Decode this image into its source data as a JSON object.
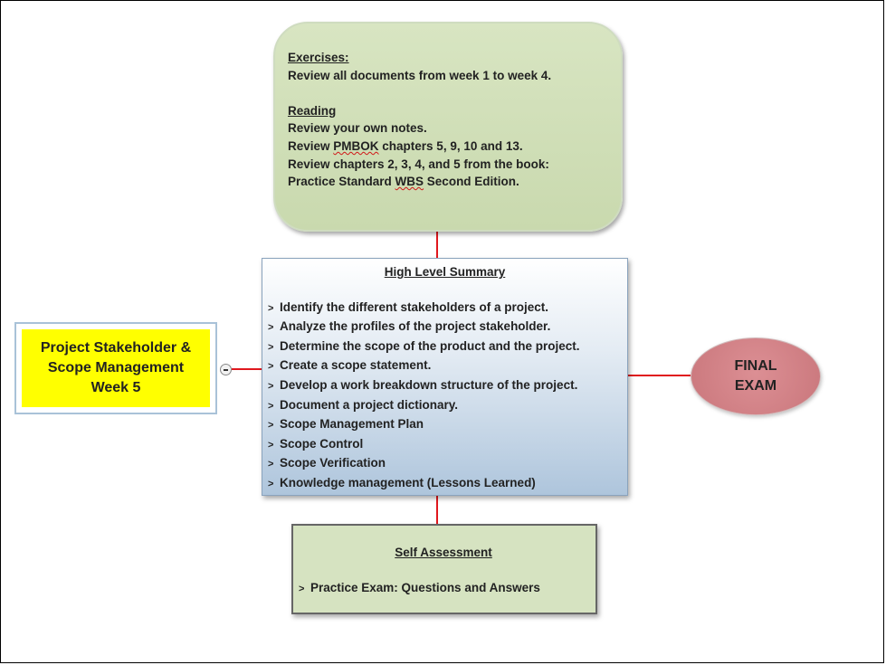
{
  "exercises": {
    "heading": "Exercises:",
    "line1": "Review all documents from week 1 to week 4.",
    "reading_heading": "Reading",
    "reading_line1": "Review your own notes.",
    "reading_line2_pre": "Review ",
    "reading_line2_term": "PMBOK",
    "reading_line2_post": " chapters 5, 9, 10 and 13.",
    "reading_line3": "Review chapters 2, 3, 4, and 5 from the book:",
    "reading_line4_pre": "Practice Standard ",
    "reading_line4_term": "WBS",
    "reading_line4_post": " Second Edition."
  },
  "summary": {
    "title": "High Level Summary",
    "bullet": ">",
    "items": [
      "Identify the different stakeholders of a project.",
      "Analyze the profiles of the project stakeholder.",
      "Determine the scope of the product and the project.",
      "Create a scope statement.",
      "Develop a work breakdown structure of the project.",
      "Document a project dictionary.",
      "Scope Management Plan",
      "Scope Control",
      "Scope Verification",
      "Knowledge management (Lessons Learned)"
    ]
  },
  "main_topic": {
    "line1": "Project Stakeholder &",
    "line2": "Scope Management",
    "line3": "Week 5"
  },
  "final_exam": {
    "line1": "FINAL",
    "line2": "EXAM"
  },
  "self_assessment": {
    "title": "Self Assessment",
    "bullet": ">",
    "item": "Practice Exam: Questions and Answers"
  },
  "colors": {
    "connector": "#e0181e",
    "main_topic_fill": "#ffff00",
    "exercise_fill": "#d8e5c2",
    "final_exam_fill": "#d4868b",
    "self_assessment_fill": "#d6e3c1"
  }
}
